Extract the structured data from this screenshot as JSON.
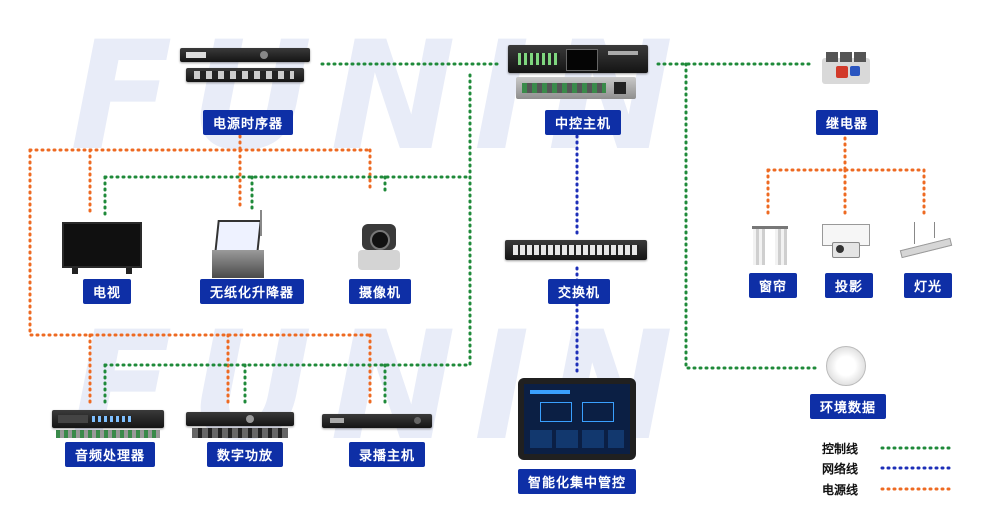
{
  "colors": {
    "control": "#1f8a3a",
    "network": "#1d2fb8",
    "power": "#ee6a22",
    "label_bg": "#0e2fa6"
  },
  "labels": {
    "power_sequencer": "电源时序器",
    "central_controller": "中控主机",
    "relay": "继电器",
    "tv": "电视",
    "paperless_lift": "无纸化升降器",
    "camera": "摄像机",
    "switch": "交换机",
    "curtain": "窗帘",
    "projector": "投影",
    "lighting": "灯光",
    "env_data": "环境数据",
    "audio_processor": "音频处理器",
    "digital_amp": "数字功放",
    "recorder": "录播主机",
    "touch_panel": "智能化集中管控"
  },
  "legend": {
    "control": "控制线",
    "network": "网络线",
    "power": "电源线"
  },
  "icons": [
    "tv-icon",
    "lift-monitor-icon",
    "ptz-camera-icon",
    "relay-icon",
    "curtain-icon",
    "projector-icon",
    "light-bar-icon",
    "sensor-icon",
    "rack-device-icon",
    "network-switch-icon",
    "touch-panel-icon"
  ]
}
